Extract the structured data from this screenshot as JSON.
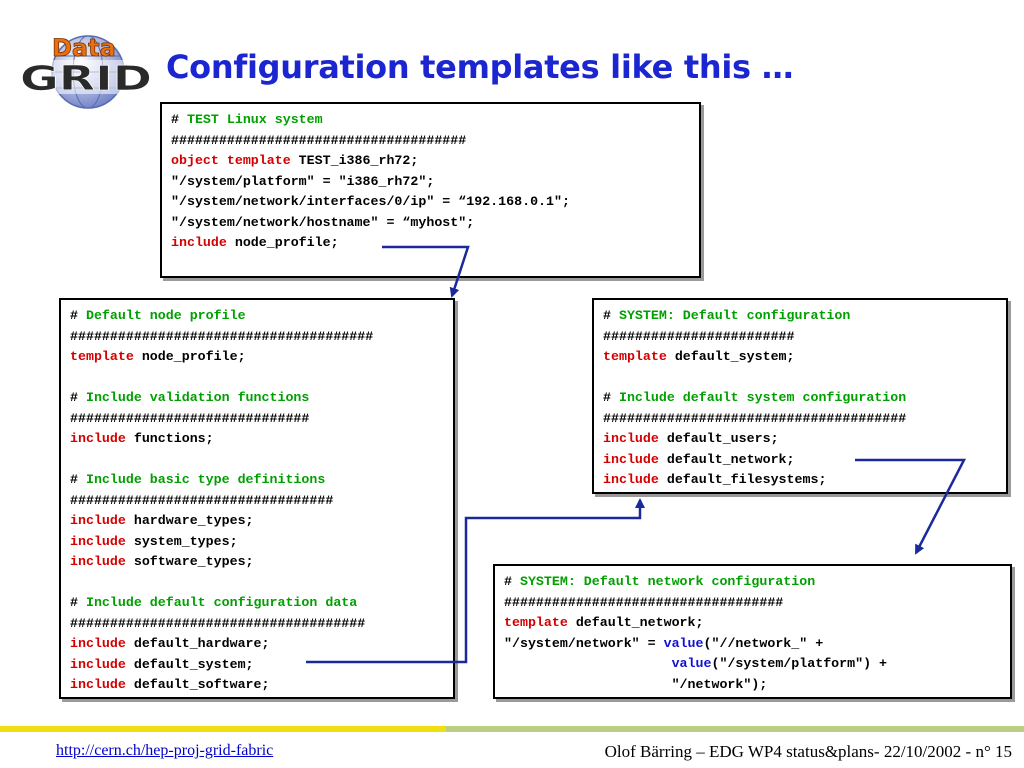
{
  "logo": {
    "top_text": "Data",
    "bottom_text": "GRID"
  },
  "title": "Configuration templates like this …",
  "boxes": {
    "top": [
      [
        {
          "t": "# ",
          "c": ""
        },
        {
          "t": "TEST Linux system",
          "c": "green"
        }
      ],
      [
        {
          "t": "#####################################",
          "c": ""
        }
      ],
      [
        {
          "t": "object template",
          "c": "red"
        },
        {
          "t": " TEST_i386_rh72;",
          "c": ""
        }
      ],
      [
        {
          "t": "\"/system/platform\" = \"i386_rh72\";",
          "c": ""
        }
      ],
      [
        {
          "t": "\"/system/network/interfaces/0/ip\" = “192.168.0.1\";",
          "c": ""
        }
      ],
      [
        {
          "t": "\"/system/network/hostname\" = “myhost\";",
          "c": ""
        }
      ],
      [
        {
          "t": "include",
          "c": "red"
        },
        {
          "t": " node_profile;",
          "c": ""
        }
      ]
    ],
    "left": [
      [
        {
          "t": "# ",
          "c": ""
        },
        {
          "t": "Default node profile",
          "c": "green"
        }
      ],
      [
        {
          "t": "######################################",
          "c": ""
        }
      ],
      [
        {
          "t": "template",
          "c": "red"
        },
        {
          "t": " node_profile;",
          "c": ""
        }
      ],
      [
        {
          "t": "",
          "c": ""
        }
      ],
      [
        {
          "t": "# ",
          "c": ""
        },
        {
          "t": "Include validation functions",
          "c": "green"
        }
      ],
      [
        {
          "t": "##############################",
          "c": ""
        }
      ],
      [
        {
          "t": "include",
          "c": "red"
        },
        {
          "t": " functions;",
          "c": ""
        }
      ],
      [
        {
          "t": "",
          "c": ""
        }
      ],
      [
        {
          "t": "# ",
          "c": ""
        },
        {
          "t": "Include basic type definitions",
          "c": "green"
        }
      ],
      [
        {
          "t": "#################################",
          "c": ""
        }
      ],
      [
        {
          "t": "include",
          "c": "red"
        },
        {
          "t": " hardware_types;",
          "c": ""
        }
      ],
      [
        {
          "t": "include",
          "c": "red"
        },
        {
          "t": " system_types;",
          "c": ""
        }
      ],
      [
        {
          "t": "include",
          "c": "red"
        },
        {
          "t": " software_types;",
          "c": ""
        }
      ],
      [
        {
          "t": "",
          "c": ""
        }
      ],
      [
        {
          "t": "# ",
          "c": ""
        },
        {
          "t": "Include default configuration data",
          "c": "green"
        }
      ],
      [
        {
          "t": "#####################################",
          "c": ""
        }
      ],
      [
        {
          "t": "include",
          "c": "red"
        },
        {
          "t": " default_hardware;",
          "c": ""
        }
      ],
      [
        {
          "t": "include",
          "c": "red"
        },
        {
          "t": " default_system;",
          "c": ""
        }
      ],
      [
        {
          "t": "include",
          "c": "red"
        },
        {
          "t": " default_software;",
          "c": ""
        }
      ]
    ],
    "right": [
      [
        {
          "t": "# ",
          "c": ""
        },
        {
          "t": "SYSTEM: Default configuration",
          "c": "green"
        }
      ],
      [
        {
          "t": "########################",
          "c": ""
        }
      ],
      [
        {
          "t": "template",
          "c": "red"
        },
        {
          "t": " default_system;",
          "c": ""
        }
      ],
      [
        {
          "t": "",
          "c": ""
        }
      ],
      [
        {
          "t": "# ",
          "c": ""
        },
        {
          "t": "Include default system configuration",
          "c": "green"
        }
      ],
      [
        {
          "t": "######################################",
          "c": ""
        }
      ],
      [
        {
          "t": "include",
          "c": "red"
        },
        {
          "t": " default_users;",
          "c": ""
        }
      ],
      [
        {
          "t": "include",
          "c": "red"
        },
        {
          "t": " default_network;",
          "c": ""
        }
      ],
      [
        {
          "t": "include",
          "c": "red"
        },
        {
          "t": " default_filesystems;",
          "c": ""
        }
      ]
    ],
    "bottom": [
      [
        {
          "t": "# ",
          "c": ""
        },
        {
          "t": "SYSTEM: Default network configuration",
          "c": "green"
        }
      ],
      [
        {
          "t": "###################################",
          "c": ""
        }
      ],
      [
        {
          "t": "template",
          "c": "red"
        },
        {
          "t": " default_network;",
          "c": ""
        }
      ],
      [
        {
          "t": "\"/system/network\" = ",
          "c": ""
        },
        {
          "t": "value",
          "c": "blue"
        },
        {
          "t": "(\"//network_\" +",
          "c": ""
        }
      ],
      [
        {
          "t": "                     ",
          "c": ""
        },
        {
          "t": "value",
          "c": "blue"
        },
        {
          "t": "(\"/system/platform\") +",
          "c": ""
        }
      ],
      [
        {
          "t": "                     \"/network\");",
          "c": ""
        }
      ]
    ]
  },
  "footer": {
    "link": "http://cern.ch/hep-proj-grid-fabric",
    "right": "Olof Bärring – EDG WP4 status&plans- 22/10/2002 - n° 15"
  },
  "colors": {
    "title": "#1c26d0",
    "keyword": "#d40000",
    "comment": "#00a000",
    "function": "#1010d0",
    "arrow": "#1a2a9a",
    "bar_yellow": "#f0de10",
    "bar_green": "#b9cf84"
  }
}
